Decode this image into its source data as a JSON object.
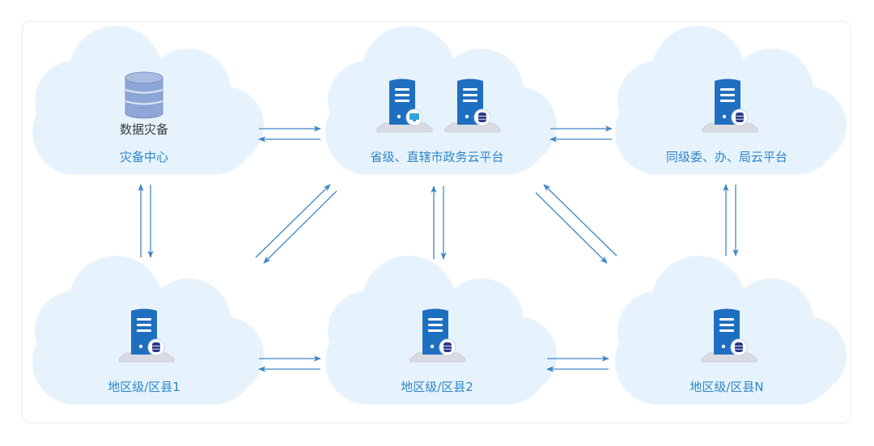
{
  "title": "",
  "colors": {
    "cloud": "#e6f3fd",
    "arrow": "#3f86c6",
    "server_body": "#1f6fc0",
    "server_top": "#2b7bd0",
    "server_base": "#d9dbe2",
    "label": "#2f86c8",
    "db_stack": "#8fa7d6",
    "badge_db": "#2d3a8c",
    "badge_monitor": "#2fa3d9"
  },
  "nodes": [
    {
      "id": "dr-center",
      "label": "灾备中心",
      "icon": "database-icon",
      "icon_label": "数据灾备",
      "servers": []
    },
    {
      "id": "provincial-cloud",
      "label": "省级、直辖市政务云平台",
      "icon": "server-icon",
      "servers": [
        {
          "badge": "monitor-icon"
        },
        {
          "badge": "database-icon"
        }
      ]
    },
    {
      "id": "peer-cloud",
      "label": "同级委、办、局云平台",
      "icon": "server-icon",
      "servers": [
        {
          "badge": "database-icon"
        }
      ]
    },
    {
      "id": "county-1",
      "label": "地区级/区县1",
      "icon": "server-icon",
      "servers": [
        {
          "badge": "database-icon"
        }
      ]
    },
    {
      "id": "county-2",
      "label": "地区级/区县2",
      "icon": "server-icon",
      "servers": [
        {
          "badge": "database-icon"
        }
      ]
    },
    {
      "id": "county-n",
      "label": "地区级/区县N",
      "icon": "server-icon",
      "servers": [
        {
          "badge": "database-icon"
        }
      ]
    }
  ],
  "edges": [
    {
      "from": "dr-center",
      "to": "provincial-cloud",
      "bidirectional": true
    },
    {
      "from": "provincial-cloud",
      "to": "peer-cloud",
      "bidirectional": true
    },
    {
      "from": "dr-center",
      "to": "county-1",
      "bidirectional": true
    },
    {
      "from": "provincial-cloud",
      "to": "county-1",
      "bidirectional": true
    },
    {
      "from": "provincial-cloud",
      "to": "county-2",
      "bidirectional": true
    },
    {
      "from": "provincial-cloud",
      "to": "county-n",
      "bidirectional": true
    },
    {
      "from": "peer-cloud",
      "to": "county-n",
      "bidirectional": true
    },
    {
      "from": "county-1",
      "to": "county-2",
      "bidirectional": true
    },
    {
      "from": "county-2",
      "to": "county-n",
      "bidirectional": true
    }
  ]
}
